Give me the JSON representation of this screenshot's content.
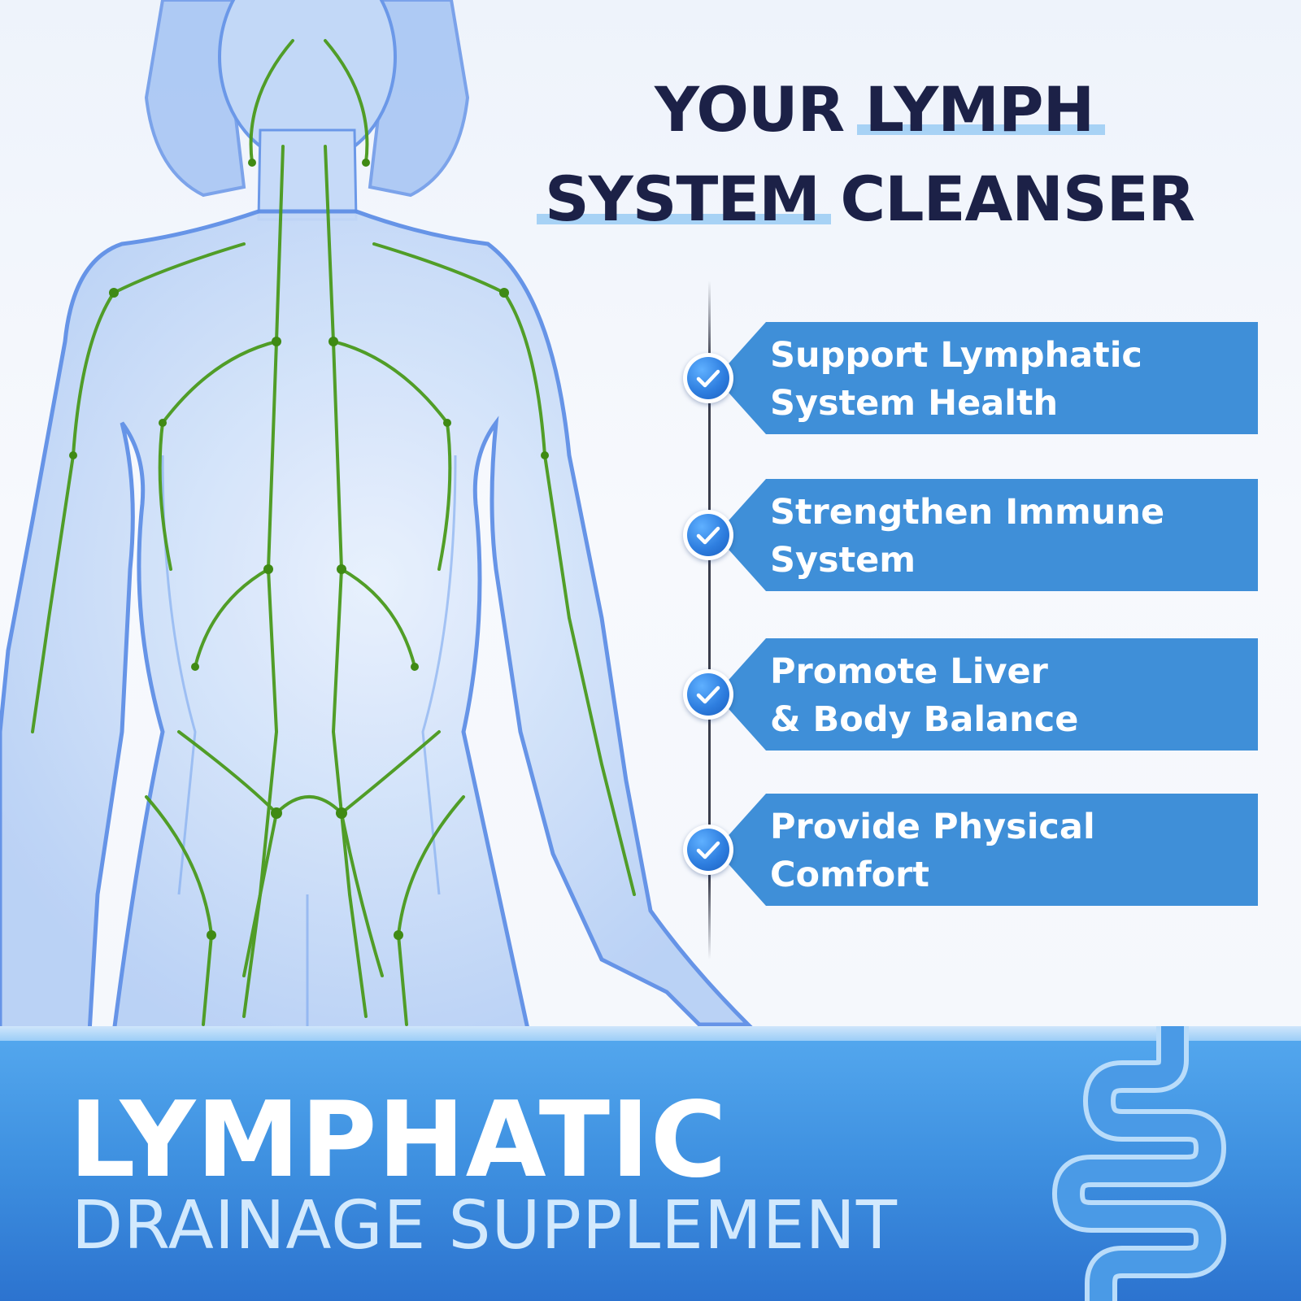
{
  "headline": {
    "line1_plain": "YOUR ",
    "line1_highlight": "LYMPH",
    "line2_highlight": "SYSTEM",
    "line2_plain": " CLEANSER"
  },
  "benefits": [
    {
      "label": "Support Lymphatic\nSystem Health"
    },
    {
      "label": "Strengthen Immune\nSystem"
    },
    {
      "label": "Promote Liver\n& Body Balance"
    },
    {
      "label": "Provide Physical\nComfort"
    }
  ],
  "footer": {
    "title": "LYMPHATIC",
    "subtitle": "DRAINAGE SUPPLEMENT"
  },
  "icons": {
    "check": "check-circle-icon",
    "intestine": "intestine-icon"
  },
  "colors": {
    "headline_text": "#1c2147",
    "headline_highlight": "#a7d2f5",
    "banner_blue": "#3f8fd8",
    "lymph_green": "#4a9a1c",
    "body_blue": "#8fb8f2",
    "footer_blue": "#3e90e0"
  }
}
